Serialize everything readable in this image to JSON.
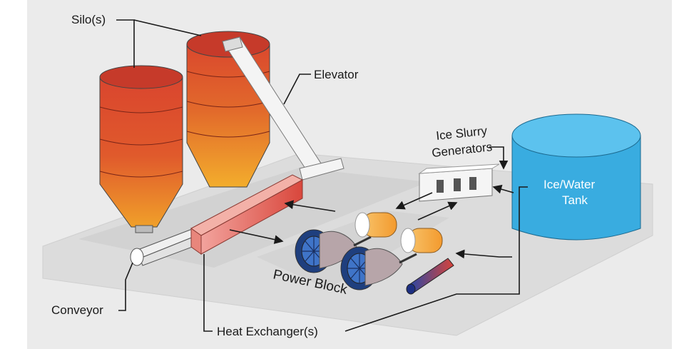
{
  "labels": {
    "silos": "Silo(s)",
    "elevator": "Elevator",
    "ice_slurry_line1": "Ice Slurry",
    "ice_slurry_line2": "Generators",
    "tank_line1": "Ice/Water",
    "tank_line2": "Tank",
    "conveyor": "Conveyor",
    "power_block": "Power Block",
    "heat_exchanger": "Heat Exchanger(s)"
  },
  "colors": {
    "background": "#ebebeb",
    "platform": "#e0e0e0",
    "silo_top": "#d9432e",
    "silo_bottom": "#f0a02a",
    "tank": "#39ace0",
    "tank_top": "#5cc2ee",
    "heat_exchanger": "#e8665d",
    "turbine": "#2b5aa8",
    "generator": "#f5a23a",
    "outline": "#1a1a1a"
  }
}
